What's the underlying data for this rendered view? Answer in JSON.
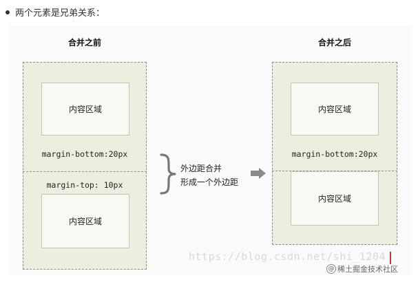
{
  "intro": {
    "text": "两个元素是兄弟关系："
  },
  "before": {
    "title": "合并之前",
    "top_content": "内容区域",
    "top_margin": "margin-bottom:20px",
    "bottom_margin": "margin-top: 10px",
    "bottom_content": "内容区域"
  },
  "middle": {
    "line1": "外边距合并",
    "line2": "形成一个外边距"
  },
  "after": {
    "title": "合并之后",
    "top_content": "内容区域",
    "margin": "margin-bottom:20px",
    "bottom_content": "内容区域"
  },
  "watermark": {
    "url": "https://blog.csdn.net/shi_1204",
    "credit": "稀土掘金技术社区",
    "at": "@"
  },
  "colors": {
    "box_fill": "#eeeee0",
    "dash": "#8c8c80",
    "arrow": "#8a8a8a",
    "brace": "#777777"
  }
}
